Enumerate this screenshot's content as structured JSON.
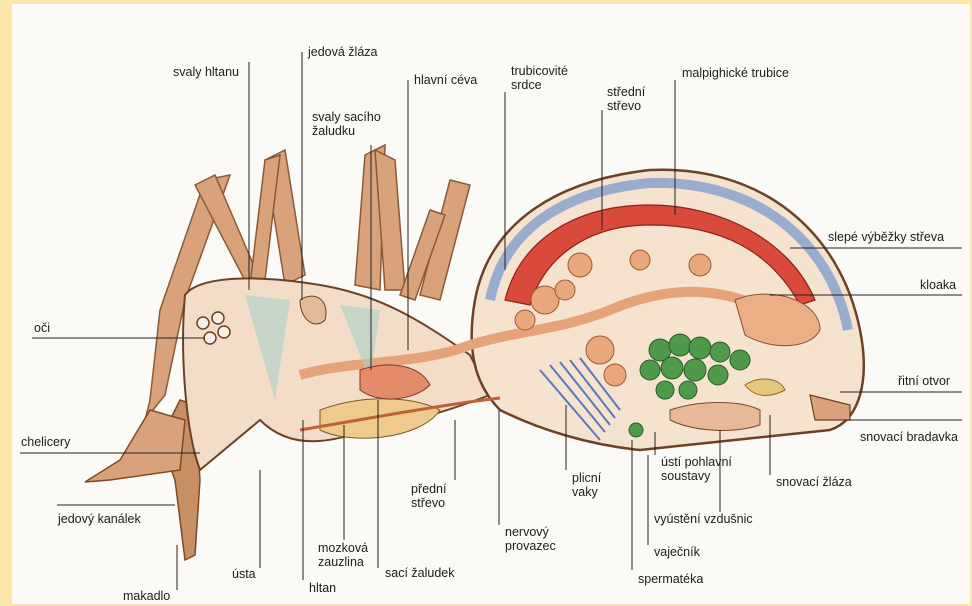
{
  "labels": {
    "svaly_hltanu": "svaly hltanu",
    "jedova_zlaza": "jedová žláza",
    "hlavni_ceva": "hlavní céva",
    "trubicovite_srdce": "trubicovité\nsrdce",
    "stredni_strevo": "střední\nstřevo",
    "malpighicke_trubice": "malpighické trubice",
    "svaly_saciho_zaludku": "svaly sacího\nžaludku",
    "slepe_vybezky": "slepé výběžky střeva",
    "kloaka": "kloaka",
    "oci": "oči",
    "ritni_otvor": "řitní otvor",
    "chelicery": "chelicery",
    "snovaci_bradavka": "snovací bradavka",
    "usti_pohlavni": "ústí pohlavní\nsoustavy",
    "snovaci_zlaza": "snovací žláza",
    "plicni_vaky": "plicní\nvaky",
    "predni_strevo": "přední\nstřevo",
    "nervovy_provazec": "nervový\nprovazec",
    "vyusteni_vzdusnic": "vyústění vzdušnic",
    "jedovy_kanalek": "jedový kanálek",
    "mozkova_zauzlina": "mozková\nzauzlina",
    "vajecnik": "vaječník",
    "usta": "ústa",
    "saci_zaludek": "sací žaludek",
    "spermateka": "spermatéka",
    "hltan": "hltan",
    "makadlo": "makadlo"
  },
  "colors": {
    "background": "#fbe8a6",
    "heart": "#d94a3a",
    "gut": "#e6a37a",
    "ovary": "#4f9a4a",
    "air": "#7a9ad0"
  }
}
